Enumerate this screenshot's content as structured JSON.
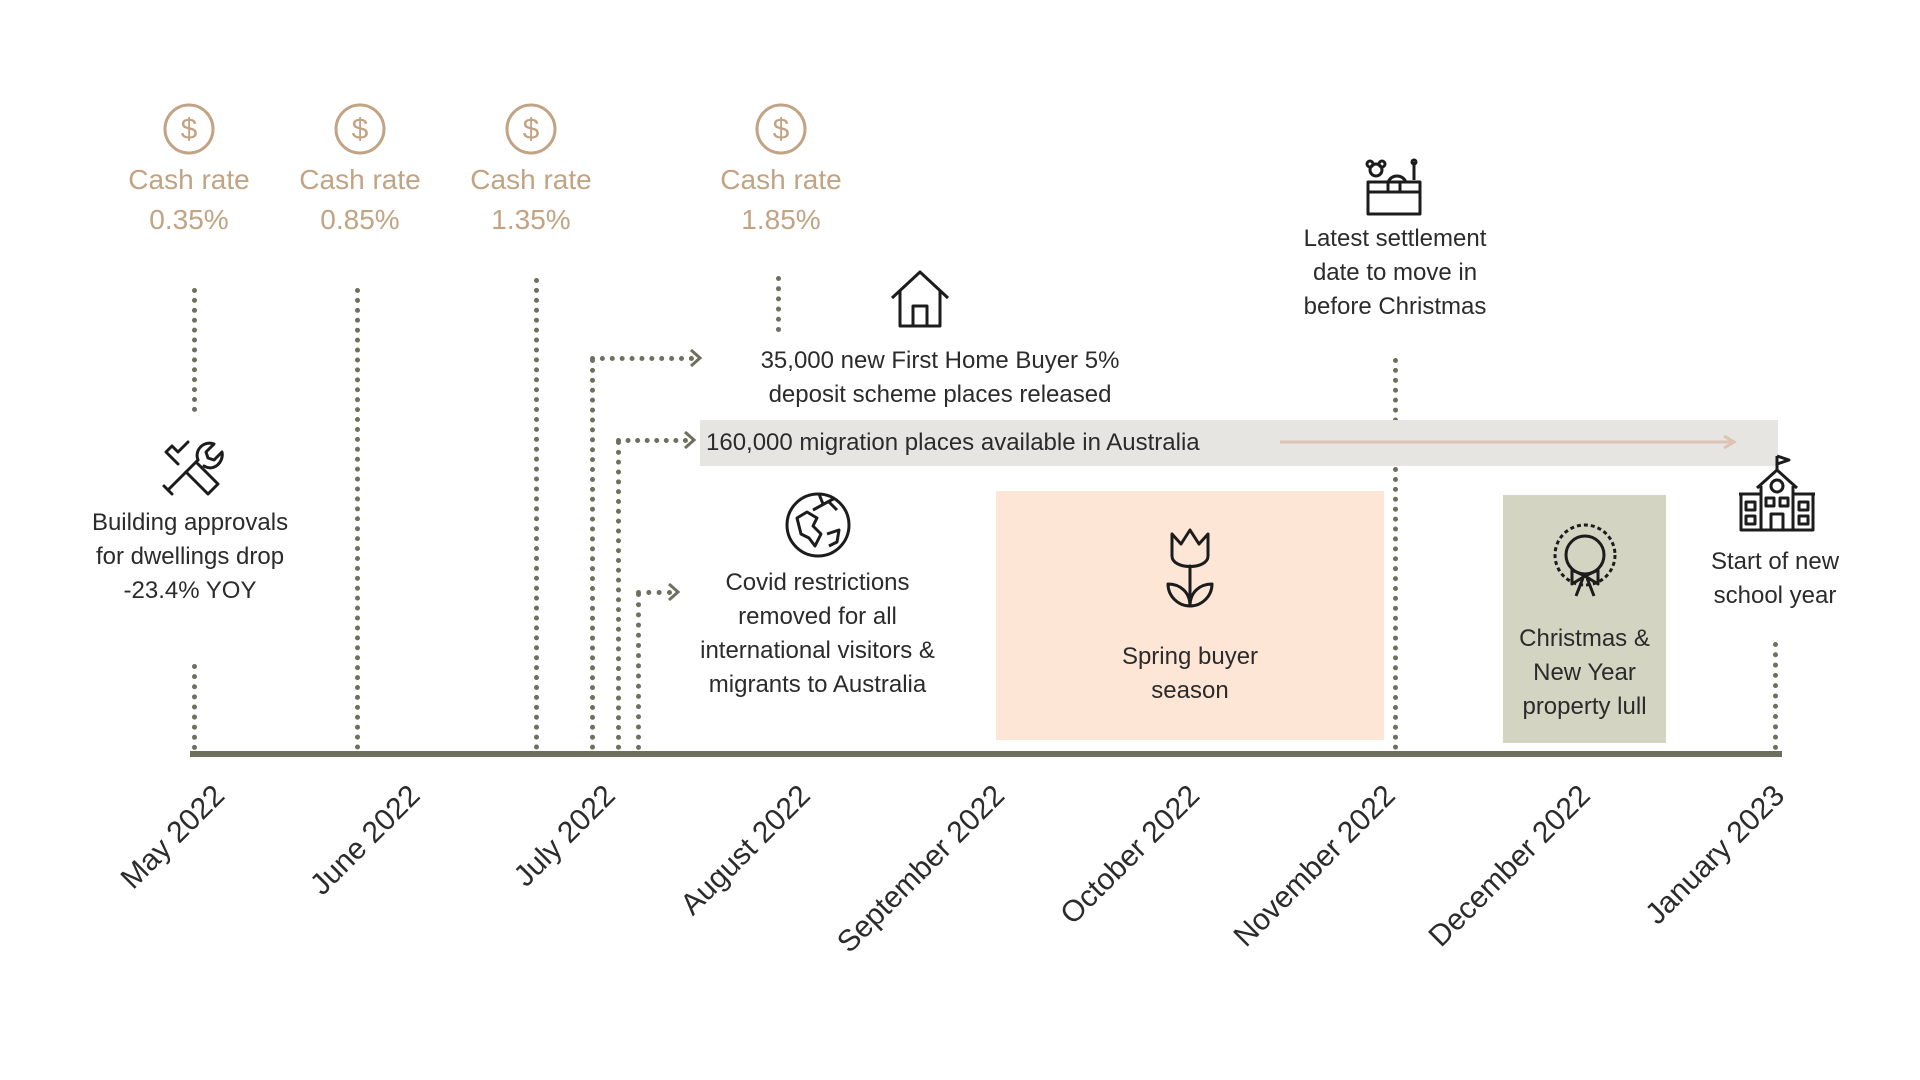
{
  "colors": {
    "axis": "#6f6f5f",
    "cash_rate": "#c2a383",
    "migration_band": "#e6e5e1",
    "migration_arrow": "#dcc3b3",
    "spring_box": "#fde6d6",
    "christmas_box": "#d3d4c2",
    "text": "#2b2b2b"
  },
  "cash_rates": [
    {
      "label": "Cash rate",
      "value": "0.35%",
      "icon": "dollar-circle-icon"
    },
    {
      "label": "Cash rate",
      "value": "0.85%",
      "icon": "dollar-circle-icon"
    },
    {
      "label": "Cash rate",
      "value": "1.35%",
      "icon": "dollar-circle-icon"
    },
    {
      "label": "Cash rate",
      "value": "1.85%",
      "icon": "dollar-circle-icon"
    }
  ],
  "events": {
    "building": {
      "lines": [
        "Building approvals",
        "for dwellings drop",
        "-23.4% YOY"
      ],
      "icon": "tools-icon"
    },
    "first_home": {
      "lines": [
        "35,000 new First Home Buyer 5%",
        "deposit scheme places released"
      ],
      "icon": "house-icon"
    },
    "migration": {
      "text": "160,000 migration places available in Australia"
    },
    "covid": {
      "lines": [
        "Covid restrictions",
        "removed for all",
        "international visitors &",
        "migrants to Australia"
      ],
      "icon": "globe-plane-icon"
    },
    "spring": {
      "lines": [
        "Spring buyer",
        "season"
      ],
      "icon": "tulip-icon"
    },
    "settlement": {
      "lines": [
        "Latest settlement",
        "date to move in",
        "before Christmas"
      ],
      "icon": "toy-box-icon"
    },
    "christmas": {
      "lines": [
        "Christmas &",
        "New Year",
        "property lull"
      ],
      "icon": "wreath-icon"
    },
    "school": {
      "lines": [
        "Start of new",
        "school year"
      ],
      "icon": "school-icon"
    }
  },
  "months": [
    "May 2022",
    "June 2022",
    "July 2022",
    "August 2022",
    "September 2022",
    "October 2022",
    "November 2022",
    "December 2022",
    "January 2023"
  ]
}
